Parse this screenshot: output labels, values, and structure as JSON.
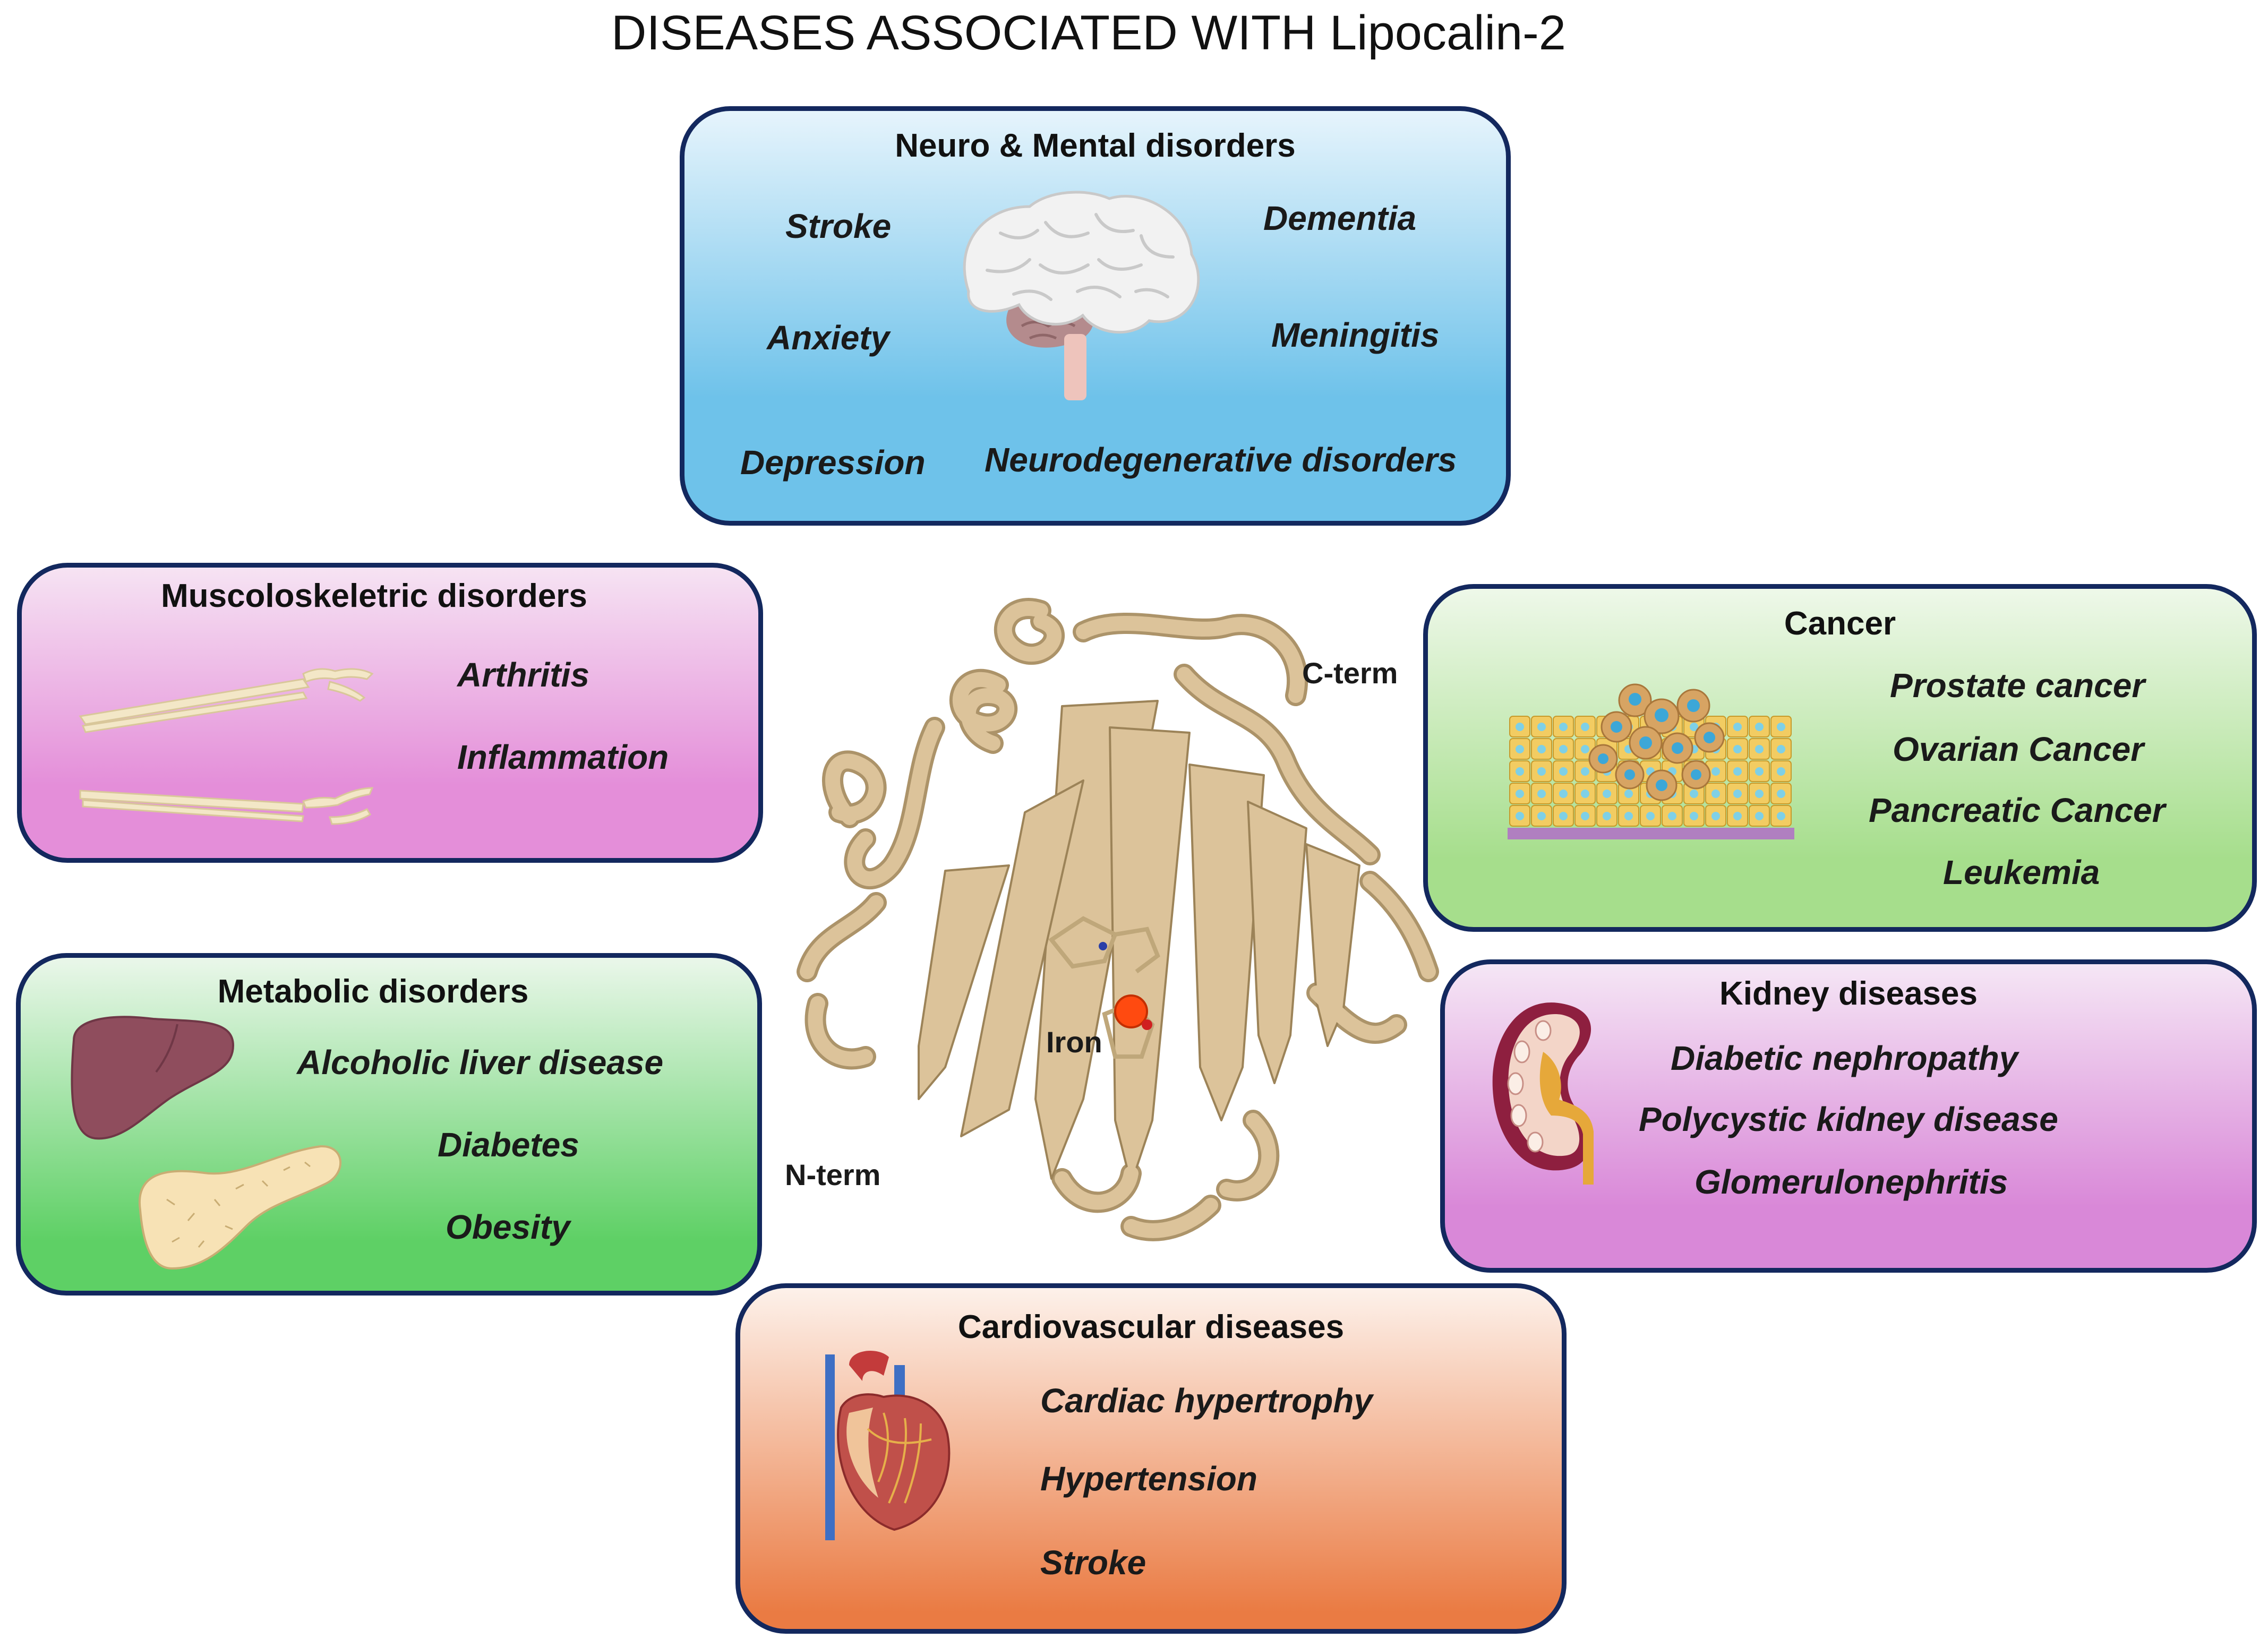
{
  "title": "DISEASES ASSOCIATED WITH Lipocalin-2",
  "neuro": {
    "title": "Neuro & Mental disorders",
    "items": [
      "Stroke",
      "Dementia",
      "Anxiety",
      "Meningitis",
      "Depression",
      "Neurodegenerative disorders"
    ],
    "color": "#6ec2ea"
  },
  "musculo": {
    "title": "Muscoloskeletric disorders",
    "items": [
      "Arthritis",
      "Inflammation"
    ],
    "color": "#e48ed9"
  },
  "cancer": {
    "title": "Cancer",
    "items": [
      "Prostate cancer",
      "Ovarian Cancer",
      "Pancreatic Cancer",
      "Leukemia"
    ],
    "color": "#a6de8c"
  },
  "metabolic": {
    "title": "Metabolic disorders",
    "items": [
      "Alcoholic liver disease",
      "Diabetes",
      "Obesity"
    ],
    "color": "#5ed065"
  },
  "kidney": {
    "title": "Kidney diseases",
    "items": [
      "Diabetic nephropathy",
      "Polycystic kidney disease",
      "Glomerulonephritis"
    ],
    "color": "#d988d8"
  },
  "cardio": {
    "title": "Cardiovascular diseases",
    "items": [
      "Cardiac hypertrophy",
      "Hypertension",
      "Stroke"
    ],
    "color": "#ea7b43"
  },
  "protein": {
    "c_term": "C-term",
    "n_term": "N-term",
    "iron": "Iron",
    "ribbon_color": "#dcc39a",
    "iron_color": "#ff4a10"
  },
  "border_color": "#13285e"
}
